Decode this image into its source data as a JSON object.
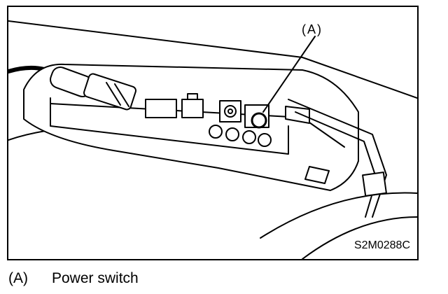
{
  "figure": {
    "callout_tag": "(A)",
    "figure_code": "S2M0288C"
  },
  "legend": {
    "items": [
      {
        "key": "(A)",
        "label": "Power switch"
      }
    ]
  }
}
